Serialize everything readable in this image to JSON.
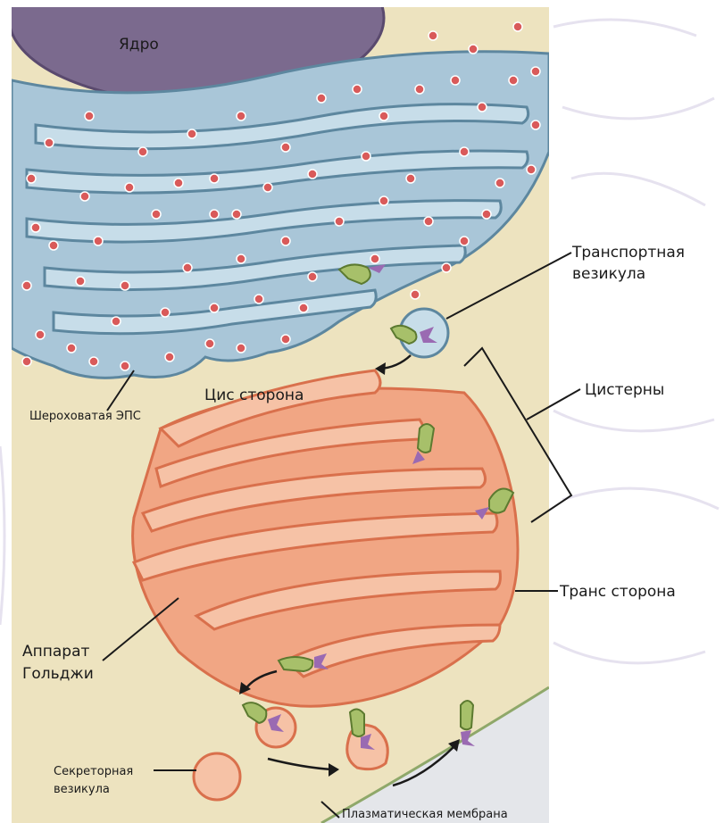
{
  "labels": {
    "nucleus": "Ядро",
    "transport_vesicle_line1": "Транспортная",
    "transport_vesicle_line2": "везикула",
    "rough_er": "Шероховатая ЭПС",
    "cis_side": "Цис сторона",
    "cisternae": "Цистерны",
    "trans_side": "Транс сторона",
    "golgi_line1": "Аппарат",
    "golgi_line2": "Гольджи",
    "secretory_vesicle_line1": "Секреторная",
    "secretory_vesicle_line2": "везикула",
    "plasma_membrane": "Плазматическая мембрана"
  },
  "colors": {
    "cytoplasm": "#ede3bf",
    "nucleus": "#7b6a8e",
    "er_fill": "#a9c6d8",
    "er_outline": "#5d879f",
    "ribosome": "#d95a5a",
    "golgi_fill": "#f1a684",
    "golgi_outline": "#d9704c",
    "protein_green": "#a7c06a",
    "protein_purple": "#9a6ab2",
    "extracellular": "#e4e6ea"
  }
}
